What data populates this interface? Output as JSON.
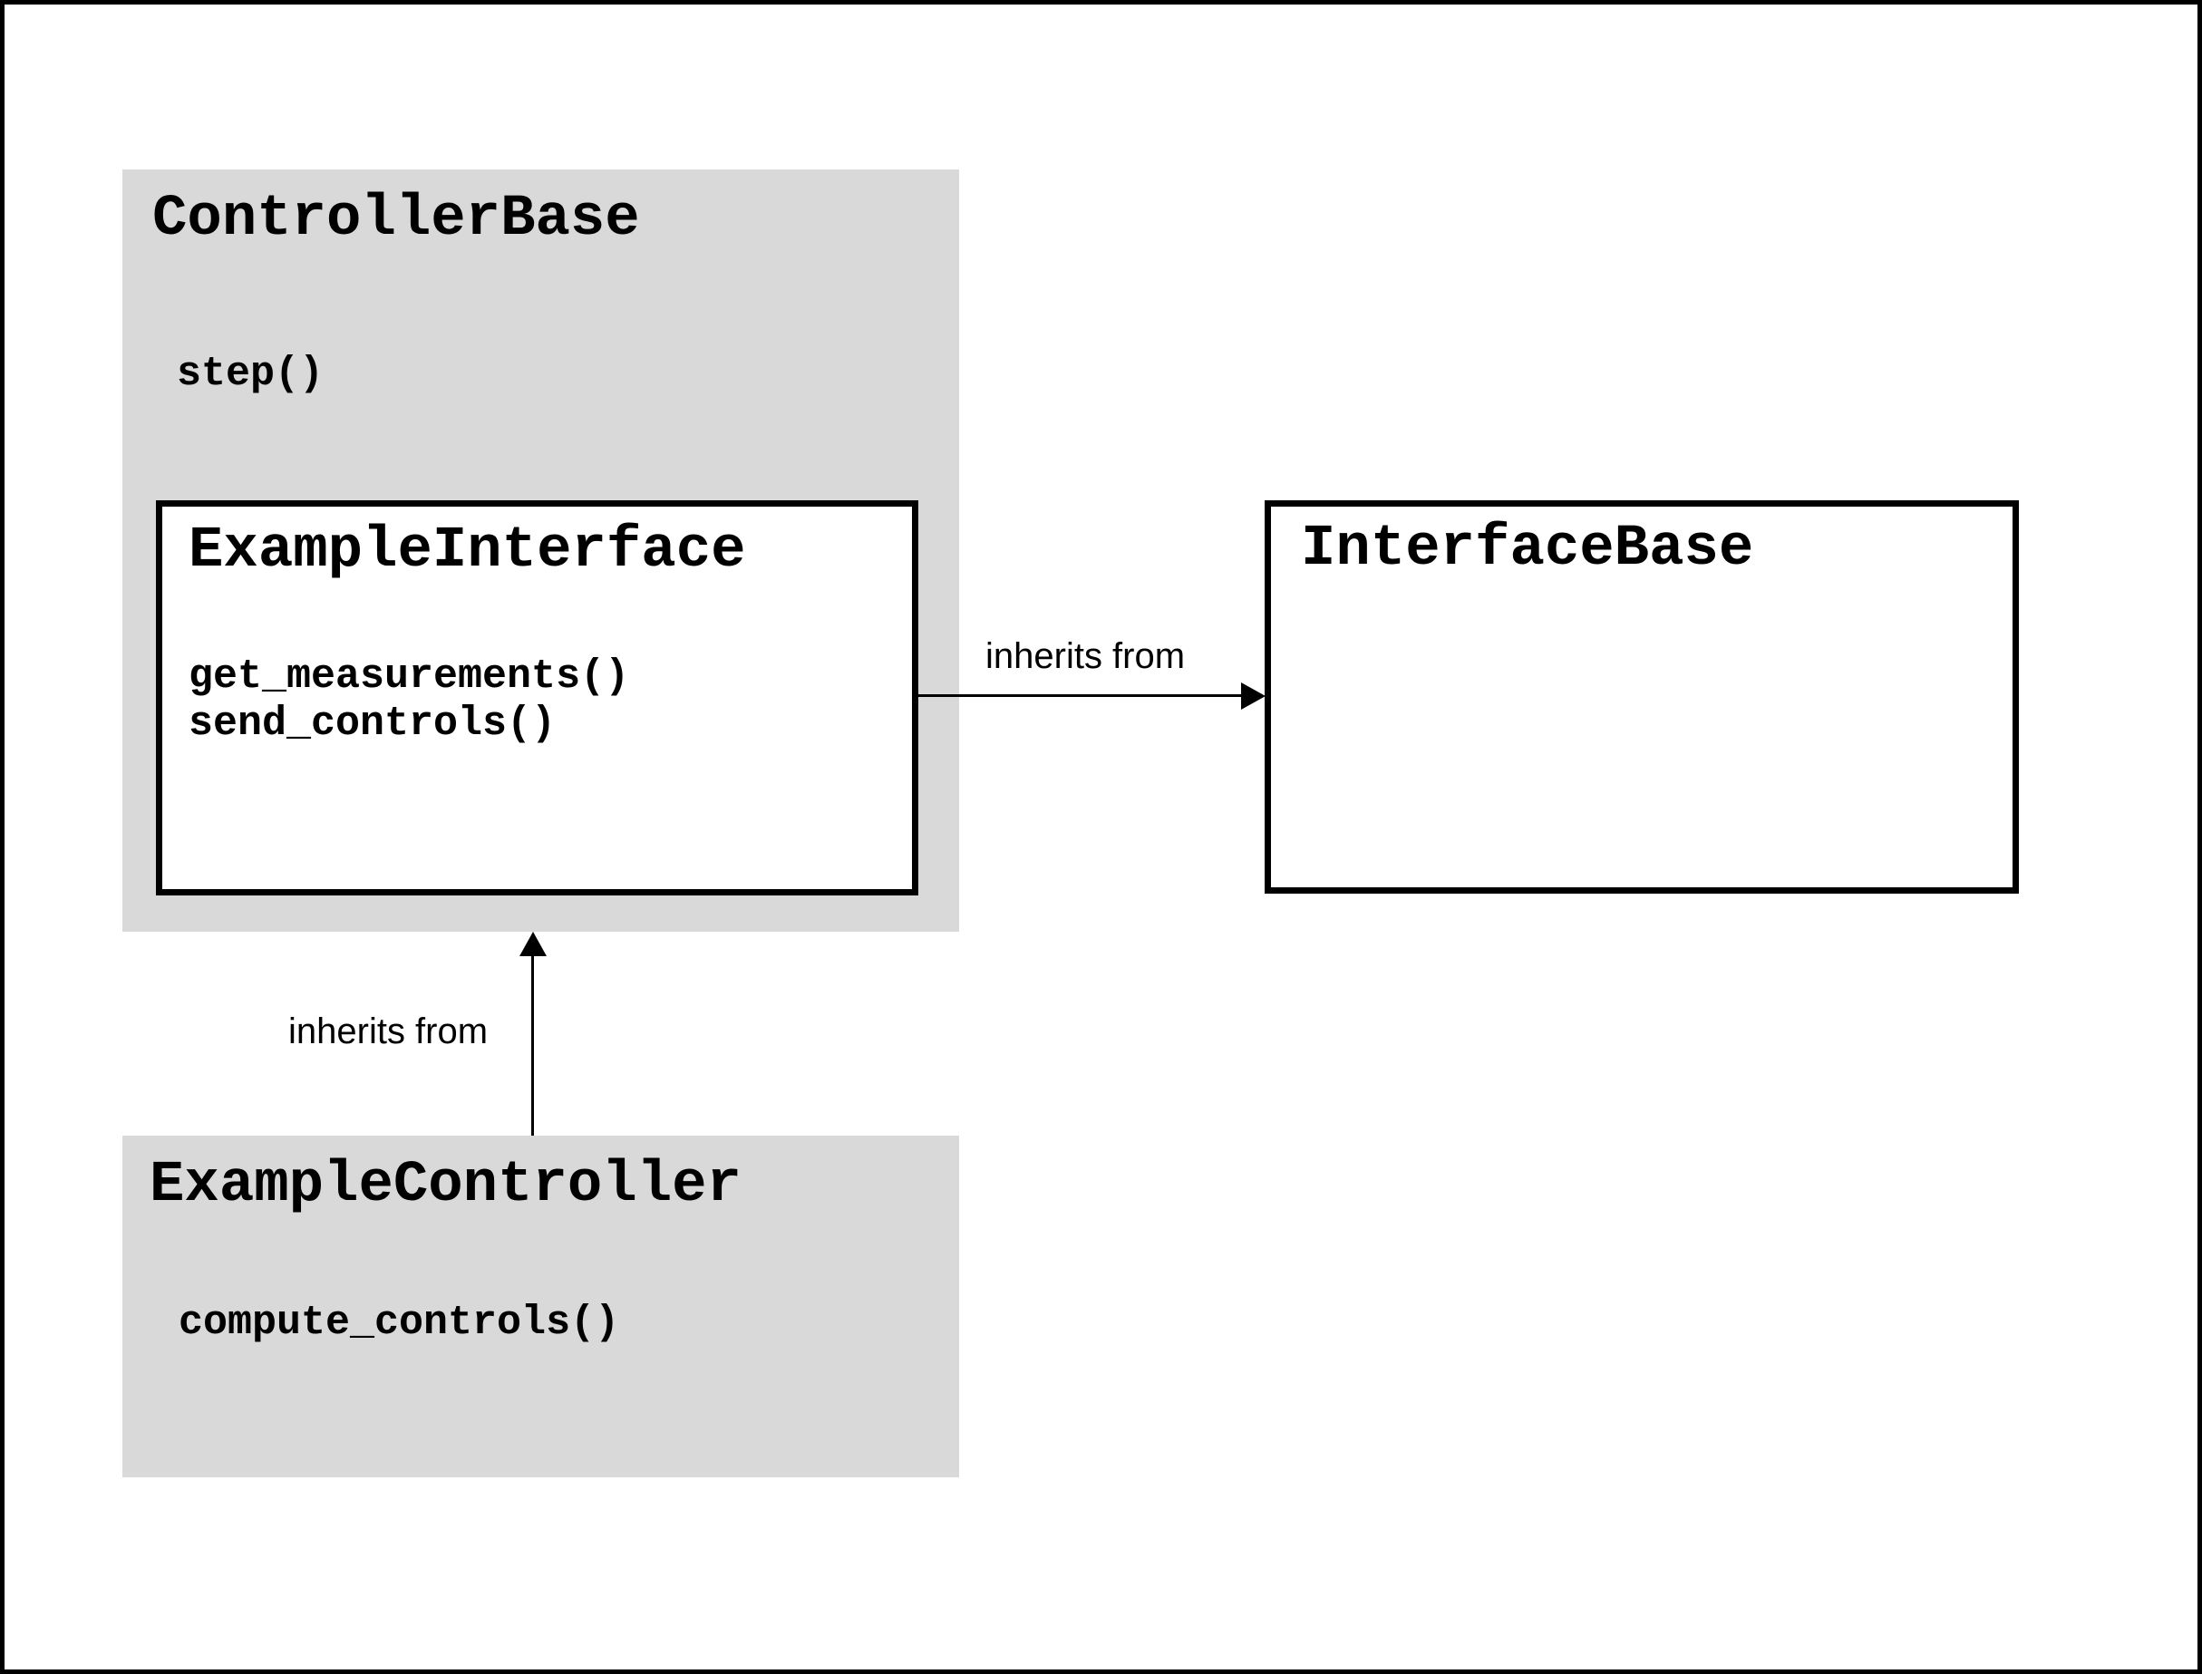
{
  "diagram": {
    "colors": {
      "background": "#ffffff",
      "box_gray_fill": "#d9d9d9",
      "box_white_fill": "#ffffff",
      "line_and_border": "#000000"
    },
    "classes": [
      {
        "name": "ControllerBase",
        "methods": [
          "step()"
        ]
      },
      {
        "name": "ExampleInterface",
        "methods": [
          "get_measurements()",
          "send_controls()"
        ]
      },
      {
        "name": "InterfaceBase",
        "methods": []
      },
      {
        "name": "ExampleController",
        "methods": [
          "compute_controls()"
        ]
      }
    ],
    "relations": [
      {
        "from": "ExampleInterface",
        "to": "InterfaceBase",
        "label": "inherits from"
      },
      {
        "from": "ExampleController",
        "to": "ExampleInterface",
        "label": "inherits from"
      }
    ]
  }
}
